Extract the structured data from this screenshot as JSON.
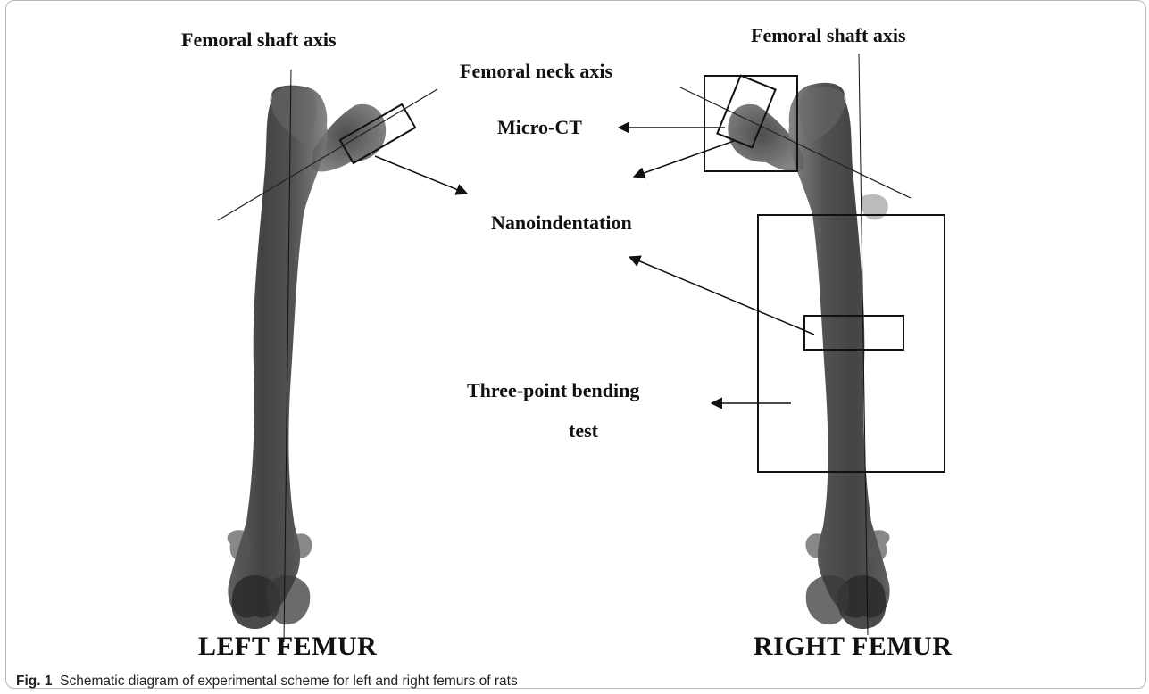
{
  "figure": {
    "labels": {
      "shaft_axis_left": "Femoral shaft axis",
      "shaft_axis_right": "Femoral shaft axis",
      "neck_axis": "Femoral neck axis",
      "micro_ct": "Micro-CT",
      "nanoindentation": "Nanoindentation",
      "three_point_line1": "Three-point bending",
      "three_point_line2": "test",
      "left_femur": "LEFT FEMUR",
      "right_femur": "RIGHT FEMUR"
    },
    "caption": {
      "number": "Fig. 1",
      "text": "Schematic diagram of experimental scheme for left and right femurs of rats"
    }
  }
}
